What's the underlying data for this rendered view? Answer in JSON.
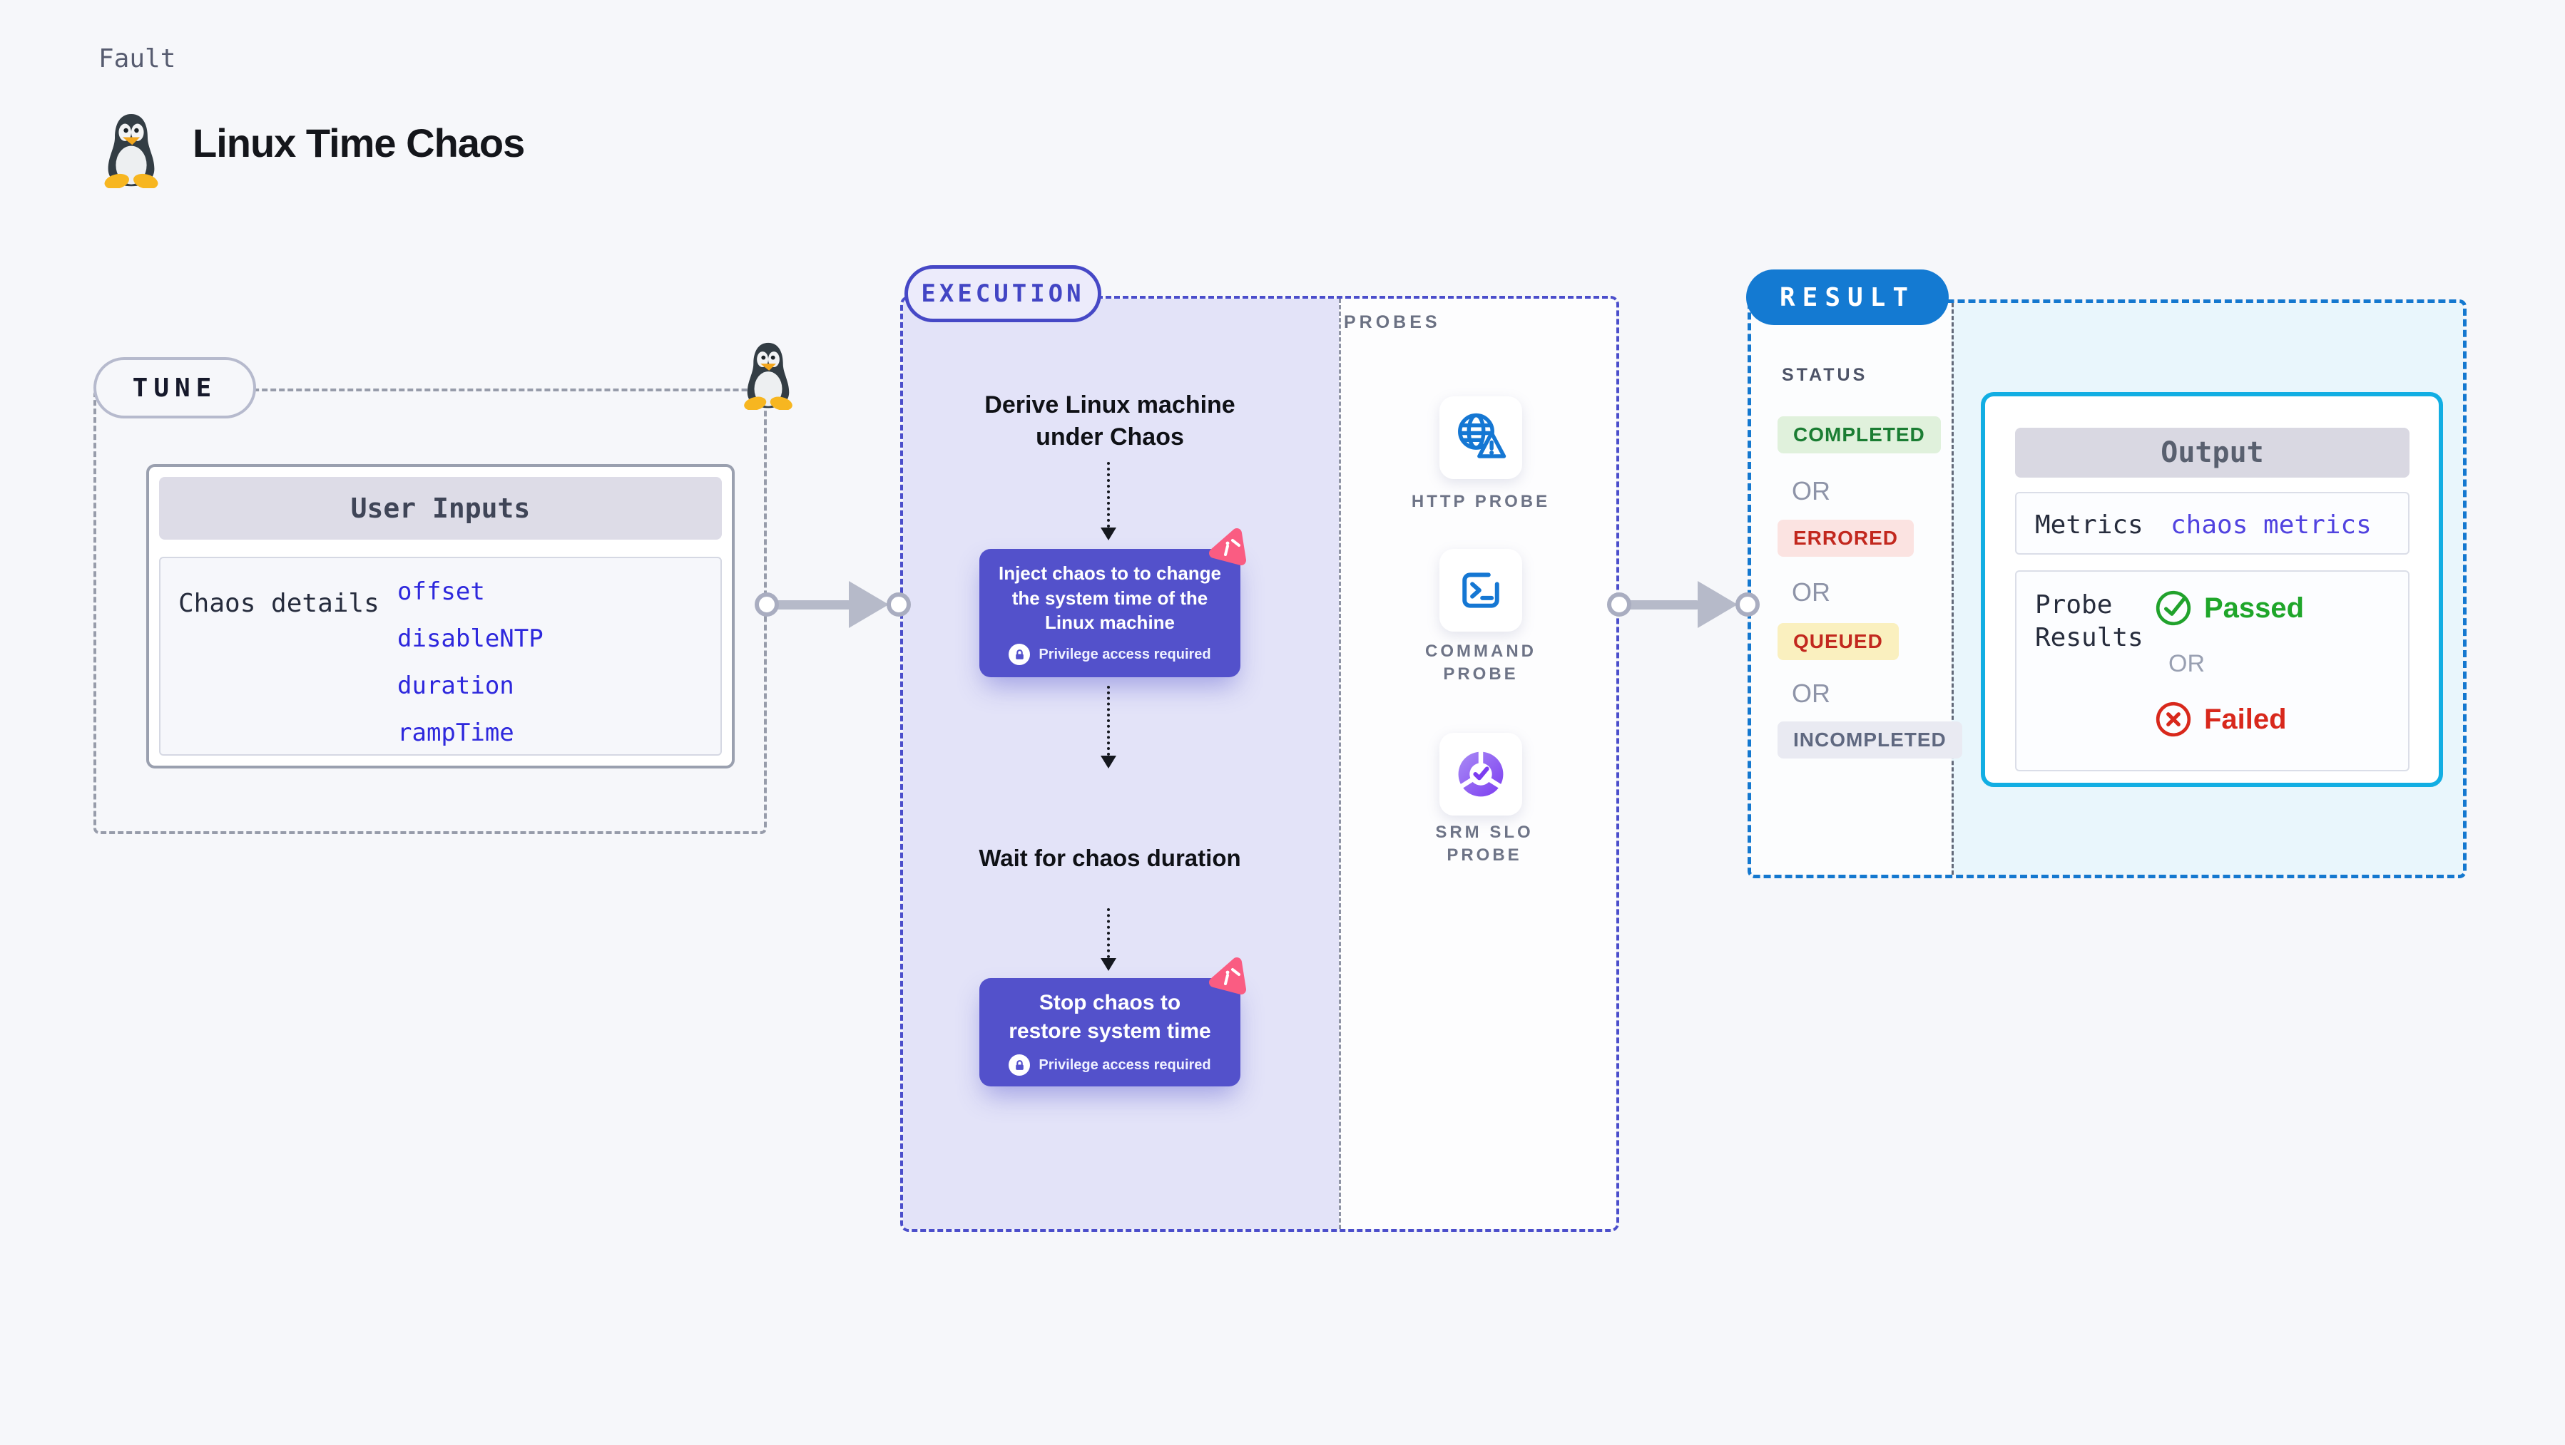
{
  "page": {
    "kicker": "Fault",
    "title": "Linux Time Chaos"
  },
  "tune": {
    "badge": "TUNE",
    "user_inputs": {
      "title": "User Inputs",
      "row_label": "Chaos details",
      "params": [
        "offset",
        "disableNTP",
        "duration",
        "rampTime"
      ]
    }
  },
  "execution": {
    "badge": "EXECUTION",
    "derive_text": "Derive Linux machine under Chaos",
    "inject_text": "Inject chaos to to change the system time of the Linux machine",
    "wait_text": "Wait for chaos duration",
    "stop_text": "Stop chaos to restore system time",
    "privilege_text": "Privilege access required"
  },
  "probes": {
    "label": "PROBES",
    "items": [
      {
        "label": "HTTP PROBE",
        "icon": "globe-alert-icon"
      },
      {
        "label": "COMMAND PROBE",
        "icon": "terminal-icon"
      },
      {
        "label": "SRM SLO PROBE",
        "icon": "slo-pie-icon"
      }
    ]
  },
  "result": {
    "badge": "RESULT",
    "status": {
      "label": "STATUS",
      "or_label": "OR",
      "options": [
        {
          "label": "COMPLETED",
          "fg": "#1b7d33",
          "bg": "#e0f1dc"
        },
        {
          "label": "ERRORED",
          "fg": "#c2281e",
          "bg": "#fbe3e1"
        },
        {
          "label": "QUEUED",
          "fg": "#c2281e",
          "bg": "#faf0bf"
        },
        {
          "label": "INCOMPLETED",
          "fg": "#5f6880",
          "bg": "#e9eaf2"
        }
      ]
    },
    "output": {
      "title": "Output",
      "metrics_label": "Metrics",
      "metrics_value": "chaos metrics",
      "probe_results_label": "Probe Results",
      "passed_label": "Passed",
      "or_label": "OR",
      "failed_label": "Failed"
    }
  },
  "colors": {
    "background": "#f6f7fa",
    "execution_fill": "#e3e3f8",
    "execution_border": "#4b4ecb",
    "chaos_card": "#5351cb",
    "result_border": "#1478cf",
    "result_badge": "#147ad2",
    "output_border": "#12aee3",
    "output_fill": "#e9f6fc",
    "param_link": "#2e28dd",
    "metrics_link": "#5143e0",
    "passed_green": "#1fa62a",
    "failed_red": "#d8281c",
    "probe_icon_blue": "#1577d3",
    "srm_purple": "#7c3df0",
    "chaos_logo_pink": "#fa5c82",
    "connector_gray": "#b6bac9"
  }
}
